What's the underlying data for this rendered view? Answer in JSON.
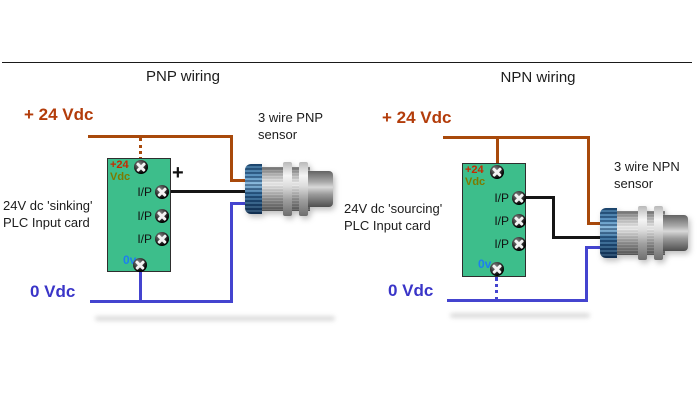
{
  "colors": {
    "wire_24v": "#a8490b",
    "wire_0v": "#4444cf",
    "wire_signal": "#151515",
    "card_fill": "#3dbe8b",
    "label_24v_text": "#b33c0a",
    "label_0v_text": "#3a35c8",
    "card_plus24_text": "#c52b00",
    "card_vdc_text": "#7d7a00",
    "card_0v_text": "#1d7ff0",
    "sensor_cap_blue": "#2d6899",
    "diagram_text": "#1c1c1c"
  },
  "pnp": {
    "title": "PNP wiring",
    "v24_label": "+ 24 Vdc",
    "v0_label": "0 Vdc",
    "plc_label_line1": "24V dc 'sinking'",
    "plc_label_line2": "PLC Input card",
    "sensor_label_line1": "3 wire PNP",
    "sensor_label_line2": "sensor",
    "plus_sign": "+",
    "card": {
      "top_label_line1": "+24",
      "top_label_line2": "Vdc",
      "inputs": [
        "I/P",
        "I/P",
        "I/P"
      ],
      "bottom_label": "0v"
    }
  },
  "npn": {
    "title": "NPN wiring",
    "v24_label": "+ 24 Vdc",
    "v0_label": "0 Vdc",
    "plc_label_line1": "24V dc 'sourcing'",
    "plc_label_line2": "PLC Input card",
    "sensor_label_line1": "3 wire NPN",
    "sensor_label_line2": "sensor",
    "card": {
      "top_label_line1": "+24",
      "top_label_line2": "Vdc",
      "inputs": [
        "I/P",
        "I/P",
        "I/P"
      ],
      "bottom_label": "0v"
    }
  }
}
